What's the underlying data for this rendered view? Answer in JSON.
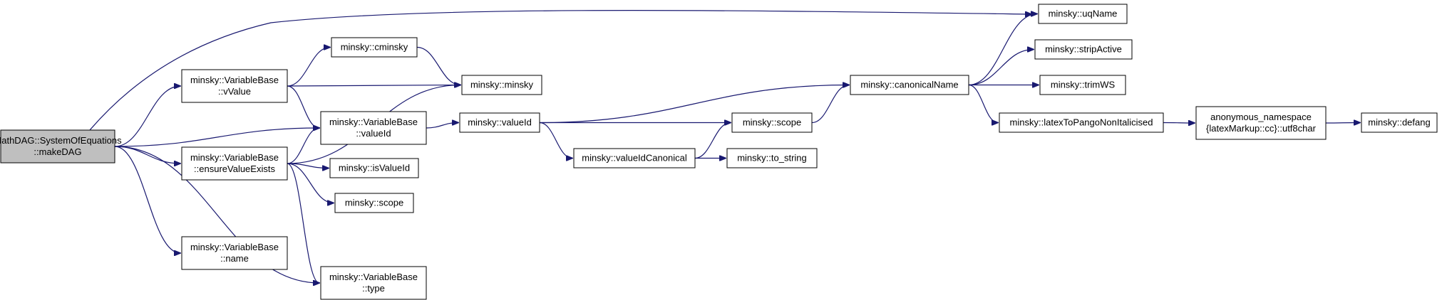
{
  "colors": {
    "edge": "#191970",
    "root_fill": "#bfbfbf",
    "node_fill": "#ffffff",
    "border": "#000000"
  },
  "nodes": [
    {
      "id": "makeDAG",
      "lines": [
        "MathDAG::SystemOfEquations",
        "::makeDAG"
      ],
      "root": true
    },
    {
      "id": "vValue",
      "lines": [
        "minsky::VariableBase",
        "::vValue"
      ]
    },
    {
      "id": "ensureValueExists",
      "lines": [
        "minsky::VariableBase",
        "::ensureValueExists"
      ]
    },
    {
      "id": "name",
      "lines": [
        "minsky::VariableBase",
        "::name"
      ]
    },
    {
      "id": "cminsky",
      "lines": [
        "minsky::cminsky"
      ]
    },
    {
      "id": "valueIdVB",
      "lines": [
        "minsky::VariableBase",
        "::valueId"
      ]
    },
    {
      "id": "isValueId",
      "lines": [
        "minsky::isValueId"
      ]
    },
    {
      "id": "scope1",
      "lines": [
        "minsky::scope"
      ]
    },
    {
      "id": "type",
      "lines": [
        "minsky::VariableBase",
        "::type"
      ]
    },
    {
      "id": "minsky",
      "lines": [
        "minsky::minsky"
      ]
    },
    {
      "id": "valueId",
      "lines": [
        "minsky::valueId"
      ]
    },
    {
      "id": "valueIdCanonical",
      "lines": [
        "minsky::valueIdCanonical"
      ]
    },
    {
      "id": "scope2",
      "lines": [
        "minsky::scope"
      ]
    },
    {
      "id": "to_string",
      "lines": [
        "minsky::to_string"
      ]
    },
    {
      "id": "canonicalName",
      "lines": [
        "minsky::canonicalName"
      ]
    },
    {
      "id": "uqName",
      "lines": [
        "minsky::uqName"
      ]
    },
    {
      "id": "stripActive",
      "lines": [
        "minsky::stripActive"
      ]
    },
    {
      "id": "trimWS",
      "lines": [
        "minsky::trimWS"
      ]
    },
    {
      "id": "latexToPango",
      "lines": [
        "minsky::latexToPangoNonItalicised"
      ]
    },
    {
      "id": "utf8char",
      "lines": [
        "anonymous_namespace",
        "{latexMarkup::cc}::utf8char"
      ]
    },
    {
      "id": "defang",
      "lines": [
        "minsky::defang"
      ]
    }
  ],
  "edges": [
    [
      "makeDAG",
      "uqName"
    ],
    [
      "makeDAG",
      "vValue"
    ],
    [
      "makeDAG",
      "valueIdVB"
    ],
    [
      "makeDAG",
      "ensureValueExists"
    ],
    [
      "makeDAG",
      "name"
    ],
    [
      "makeDAG",
      "type"
    ],
    [
      "vValue",
      "cminsky"
    ],
    [
      "vValue",
      "minsky"
    ],
    [
      "vValue",
      "valueIdVB"
    ],
    [
      "cminsky",
      "minsky"
    ],
    [
      "ensureValueExists",
      "valueIdVB"
    ],
    [
      "ensureValueExists",
      "isValueId"
    ],
    [
      "ensureValueExists",
      "scope1"
    ],
    [
      "ensureValueExists",
      "type"
    ],
    [
      "ensureValueExists",
      "minsky"
    ],
    [
      "valueIdVB",
      "valueId"
    ],
    [
      "valueId",
      "canonicalName"
    ],
    [
      "valueId",
      "scope2"
    ],
    [
      "valueId",
      "valueIdCanonical"
    ],
    [
      "valueIdCanonical",
      "scope2"
    ],
    [
      "valueIdCanonical",
      "to_string"
    ],
    [
      "scope2",
      "canonicalName"
    ],
    [
      "canonicalName",
      "uqName"
    ],
    [
      "canonicalName",
      "stripActive"
    ],
    [
      "canonicalName",
      "trimWS"
    ],
    [
      "canonicalName",
      "latexToPango"
    ],
    [
      "latexToPango",
      "utf8char"
    ],
    [
      "utf8char",
      "defang"
    ]
  ]
}
